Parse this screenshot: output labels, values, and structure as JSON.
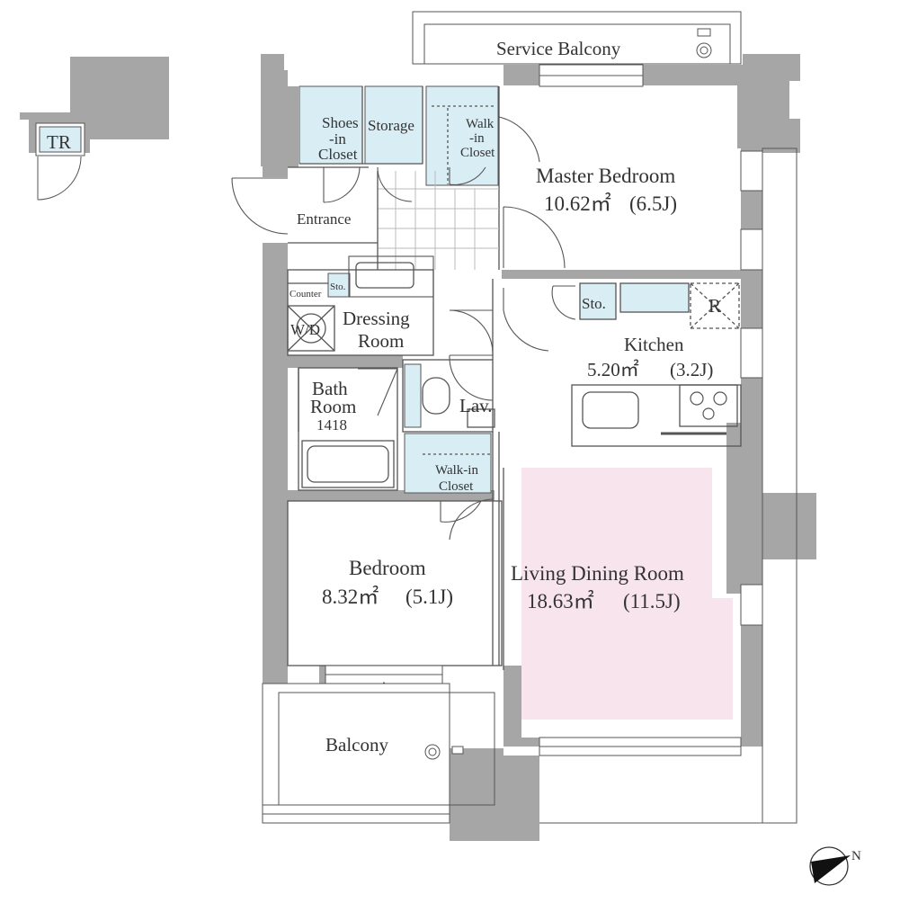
{
  "colors": {
    "wall": "#a6a6a6",
    "floor": "#ffffff",
    "storage": "#d9edf5",
    "living_highlight": "#f8e4ec",
    "line": "#555555",
    "text": "#333333"
  },
  "trunk_room": {
    "label": "TR"
  },
  "rooms": {
    "service_balcony": {
      "label": "Service Balcony"
    },
    "shoes_closet": {
      "line1": "Shoes",
      "line2": "-in",
      "line3": "Closet"
    },
    "storage": {
      "label": "Storage"
    },
    "walk_in_closet_top": {
      "line1": "Walk",
      "line2": "-in",
      "line3": "Closet"
    },
    "master_bedroom": {
      "name": "Master Bedroom",
      "area": "10.62㎡",
      "tatami": "(6.5J)"
    },
    "entrance": {
      "label": "Entrance"
    },
    "sto_small": {
      "label": "Sto."
    },
    "counter": {
      "label": "Counter"
    },
    "washer": {
      "label": "W/D"
    },
    "dressing_room": {
      "line1": "Dressing",
      "line2": "Room"
    },
    "kitchen": {
      "name": "Kitchen",
      "area": "5.20㎡",
      "tatami": "(3.2J)"
    },
    "kitchen_sto": {
      "label": "Sto."
    },
    "fridge": {
      "label": "R"
    },
    "bathroom": {
      "line1": "Bath",
      "line2": "Room",
      "line3": "1418"
    },
    "lavatory": {
      "label": "Lav."
    },
    "walk_in_closet_mid": {
      "line1": "Walk-in",
      "line2": "Closet"
    },
    "bedroom": {
      "name": "Bedroom",
      "area": "8.32㎡",
      "tatami": "(5.1J)"
    },
    "ldk": {
      "name": "Living Dining Room",
      "area": "18.63㎡",
      "tatami": "(11.5J)"
    },
    "balcony": {
      "label": "Balcony"
    }
  },
  "compass": {
    "label": "N"
  }
}
